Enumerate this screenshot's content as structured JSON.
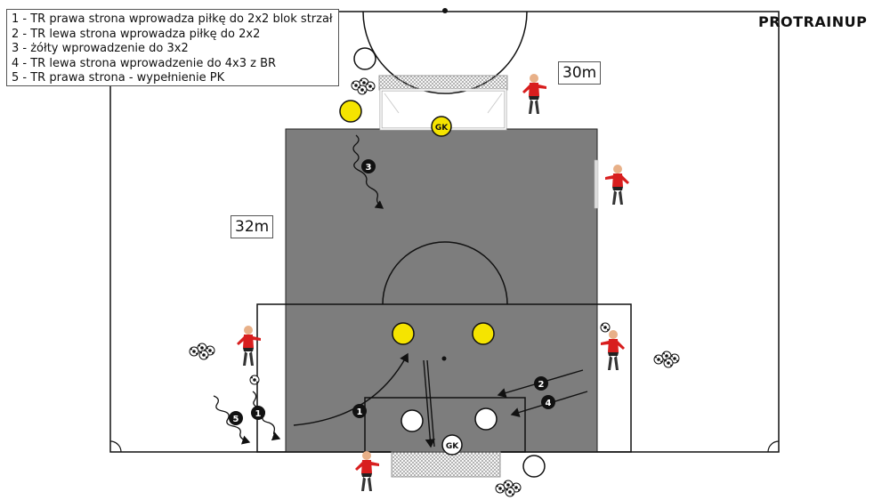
{
  "logo": "PROTRAINUP",
  "legend": [
    "1 - TR prawa strona wprowadza piłkę do 2x2 blok strzał",
    "2 - TR lewa strona wprowadza piłkę do 2x2",
    "3 - żółty wprowadzenie do 3x2",
    "4 - TR lewa strona wprowadzenie do 4x3 z BR",
    "5 - TR prawa strona - wypełnienie PK"
  ],
  "dimensions": {
    "width": "30m",
    "length": "32m"
  },
  "goalkeeper_label": "GK",
  "sequence_markers": [
    "1",
    "2",
    "3",
    "4",
    "5",
    "1"
  ],
  "colors": {
    "zone_fill": "#7d7d7d",
    "yellow_player": "#f5e400",
    "white_player": "#ffffff",
    "coach_shirt": "#d81e1e",
    "marker_fill": "#111111"
  }
}
